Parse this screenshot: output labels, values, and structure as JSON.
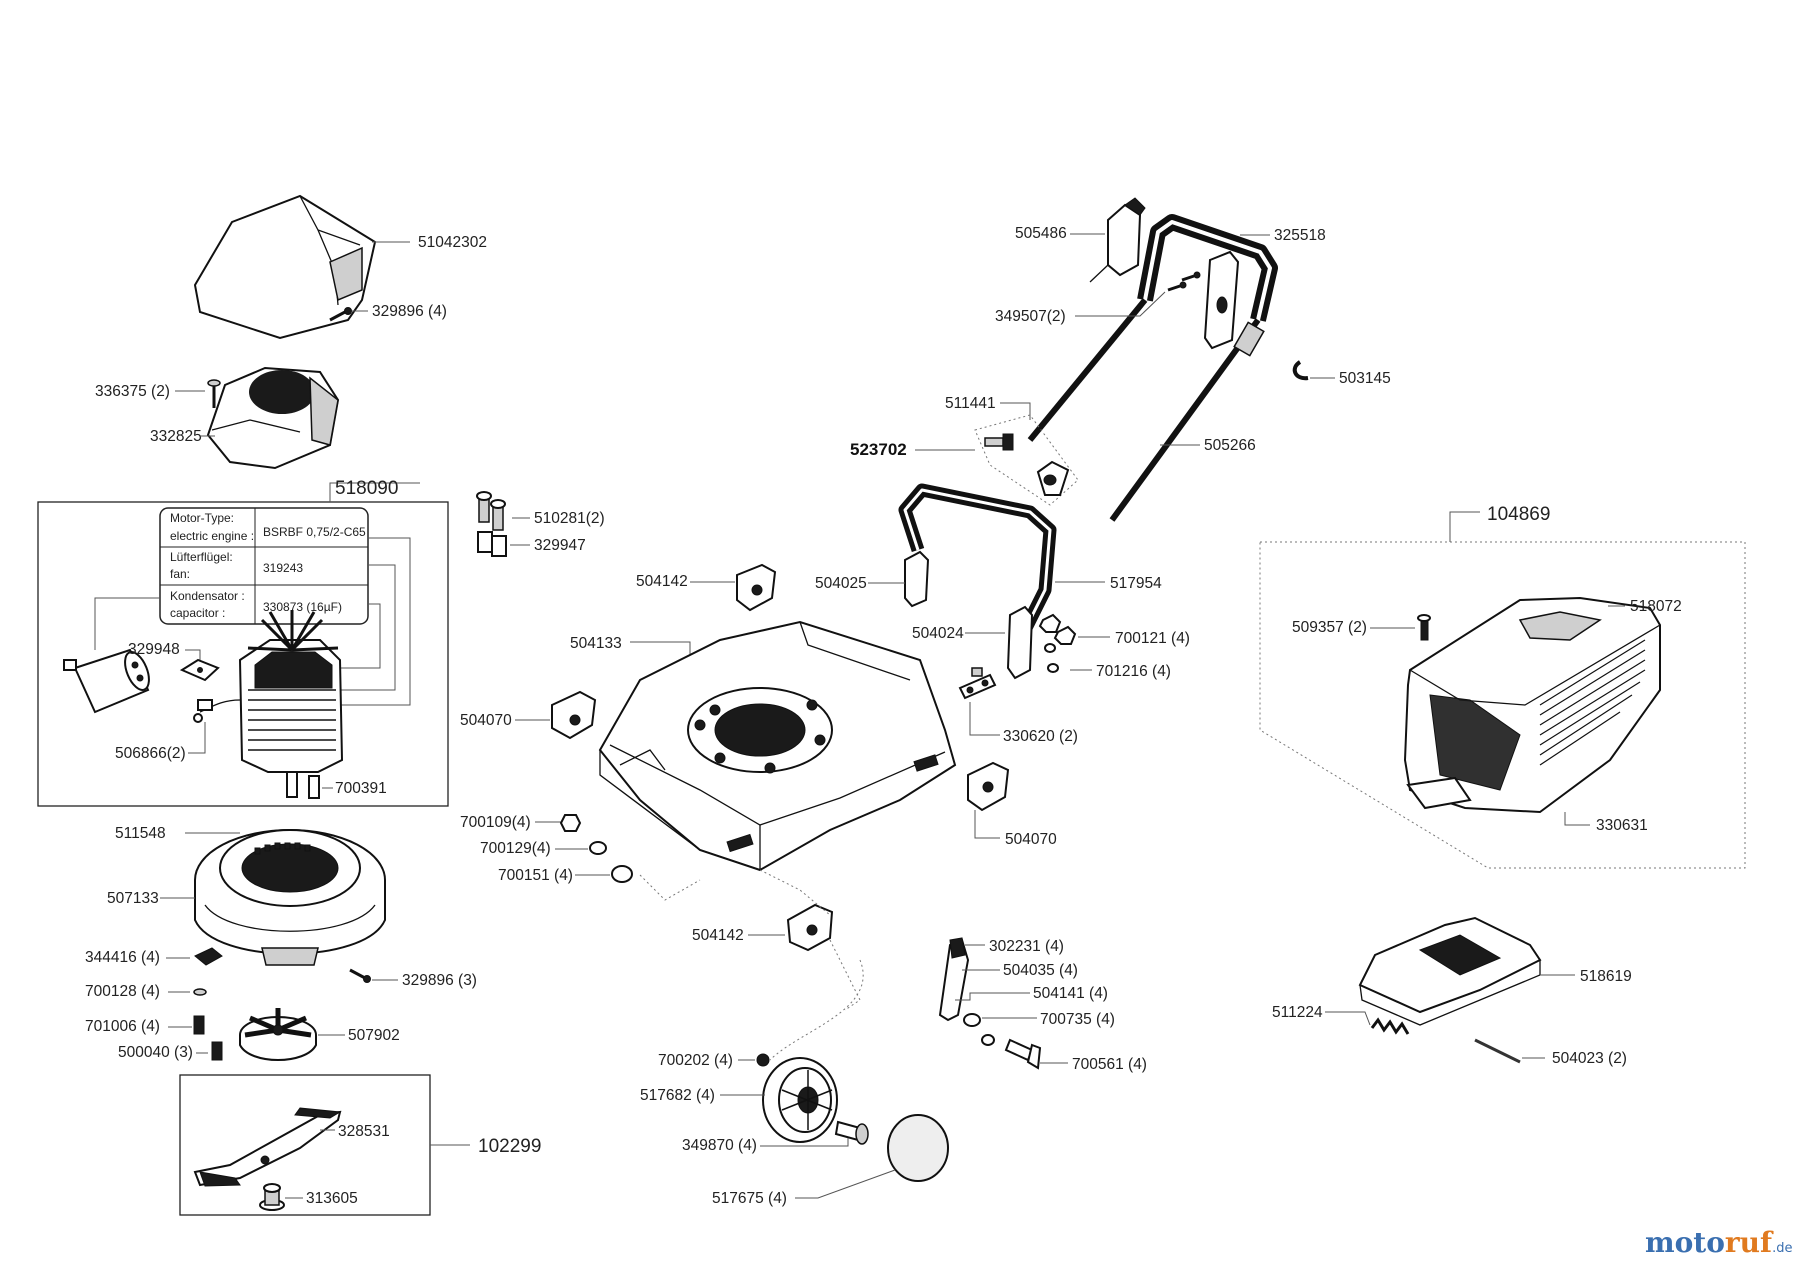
{
  "labels": {
    "p51042302": "51042302",
    "p329896_4": "329896 (4)",
    "p336375_2": "336375 (2)",
    "p332825": "332825",
    "p518090": "518090",
    "p329948": "329948",
    "p506866_2": "506866(2)",
    "p700391": "700391",
    "p511548": "511548",
    "p507133": "507133",
    "p344416_4": "344416 (4)",
    "p329896_3": "329896 (3)",
    "p700128_4": "700128 (4)",
    "p701006_4": "701006 (4)",
    "p500040_3": "500040 (3)",
    "p507902": "507902",
    "p328531": "328531",
    "p313605": "313605",
    "p102299": "102299",
    "p510281_2": "510281(2)",
    "p329947": "329947",
    "p504142_a": "504142",
    "p504133": "504133",
    "p504070_a": "504070",
    "p700109_4": "700109(4)",
    "p700129_4": "700129(4)",
    "p700151_4": "700151 (4)",
    "p504142_b": "504142",
    "p700202_4": "700202 (4)",
    "p517682_4": "517682 (4)",
    "p349870_4": "349870 (4)",
    "p517675_4": "517675  (4)",
    "p505486": "505486",
    "p325518": "325518",
    "p349507_2": "349507(2)",
    "p503145": "503145",
    "p511441": "511441",
    "p523702": "523702",
    "p505266": "505266",
    "p504025": "504025",
    "p517954": "517954",
    "p504024": "504024",
    "p700121_4": "700121 (4)",
    "p701216_4": "701216 (4)",
    "p330620_2": "330620 (2)",
    "p504070_b": "504070",
    "p302231_4": "302231 (4)",
    "p504035_4": "504035 (4)",
    "p504141_4": "504141 (4)",
    "p700735_4": "700735 (4)",
    "p700561_4": "700561 (4)",
    "p104869": "104869",
    "p509357_2": "509357 (2)",
    "p518072": "518072",
    "p330631": "330631",
    "p518619": "518619",
    "p511224": "511224",
    "p504023_2": "504023 (2)"
  },
  "motor_table": {
    "r1_label_a": "Motor-Type:",
    "r1_label_b": "electric engine :",
    "r1_value": "BSRBF 0,75/2-C65",
    "r2_label_a": "Lüfterflügel:",
    "r2_label_b": "fan:",
    "r2_value": "319243",
    "r3_label_a": "Kondensator :",
    "r3_label_b": "capacitor :",
    "r3_value": "330873 (16µF)"
  },
  "watermark": {
    "part1": "moto",
    "part2": "ruf",
    "part3": ".de"
  }
}
